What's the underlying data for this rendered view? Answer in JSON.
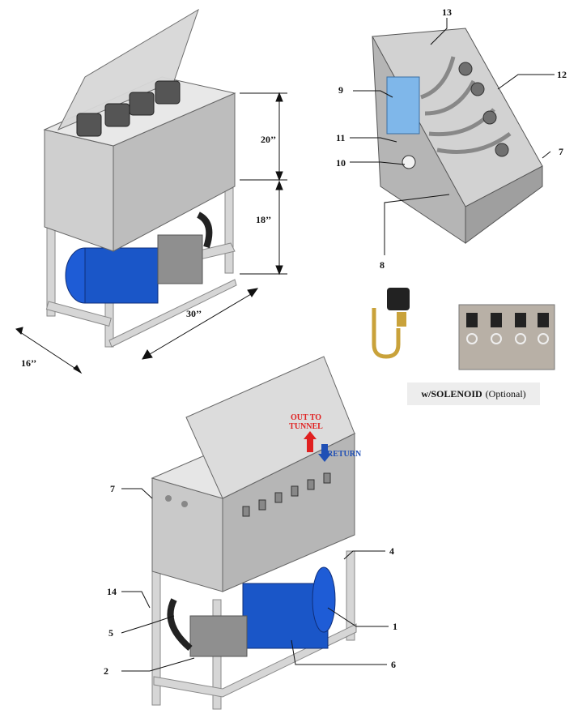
{
  "dimensions": {
    "height_upper": "20’’",
    "height_lower": "18’’",
    "length": "30’’",
    "depth": "16’’"
  },
  "callouts": {
    "n1": "1",
    "n2": "2",
    "n4": "4",
    "n5": "5",
    "n6": "6",
    "n7a": "7",
    "n7b": "7",
    "n8": "8",
    "n9": "9",
    "n10": "10",
    "n11": "11",
    "n12": "12",
    "n13": "13",
    "n14": "14"
  },
  "flow": {
    "out_label": "OUT TO TUNNEL",
    "return_label": "RETURN"
  },
  "solenoid": {
    "bold": "w/SOLENOID",
    "normal": "(Optional)"
  },
  "colors": {
    "steel": "#c9c9c9",
    "motor_blue": "#1a56c8",
    "out_red": "#e02020",
    "return_blue": "#1f4fb5"
  }
}
